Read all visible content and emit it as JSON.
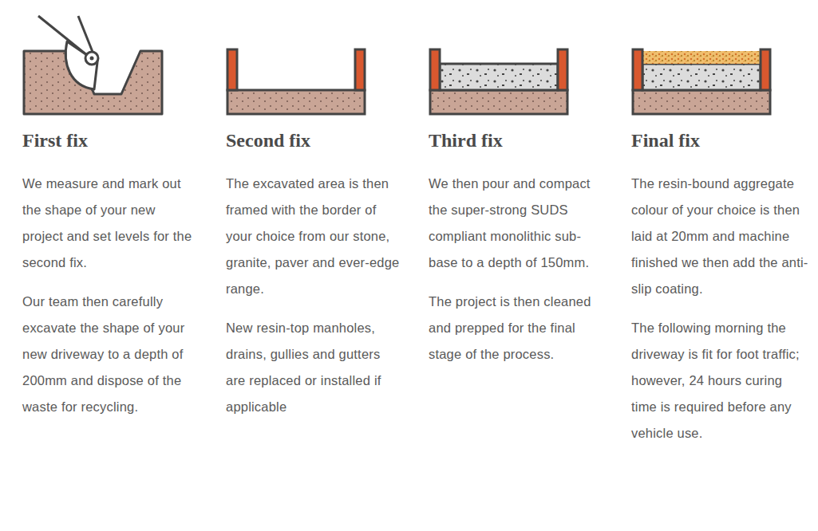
{
  "diagram": {
    "labels": [
      "First fix",
      "We measure and mark out the shape of your new project and set levels for the second fix.",
      "Our team then carefully excavate the shape of your new driveway to a depth of 200mm and dispose of the waste for recycling.",
      "Second fix",
      "The excavated area is then framed with the border of your choice from our stone, granite, paver and ever-edge range.",
      "New resin-top manholes, drains, gullies and gutters are replaced or installed if applicable",
      "Third fix",
      "We then pour and compact the super-strong SUDS compliant monolithic sub-base to a depth of 150mm.",
      "The project is then cleaned and prepped for the final stage of the process.",
      "Final fix",
      "The resin-bound aggregate colour of your choice is then laid at 20mm and machine finished we then add the anti-slip coating.",
      "The following morning the driveway is fit for foot traffic; however, 24 hours curing time is required before any vehicle use."
    ]
  }
}
